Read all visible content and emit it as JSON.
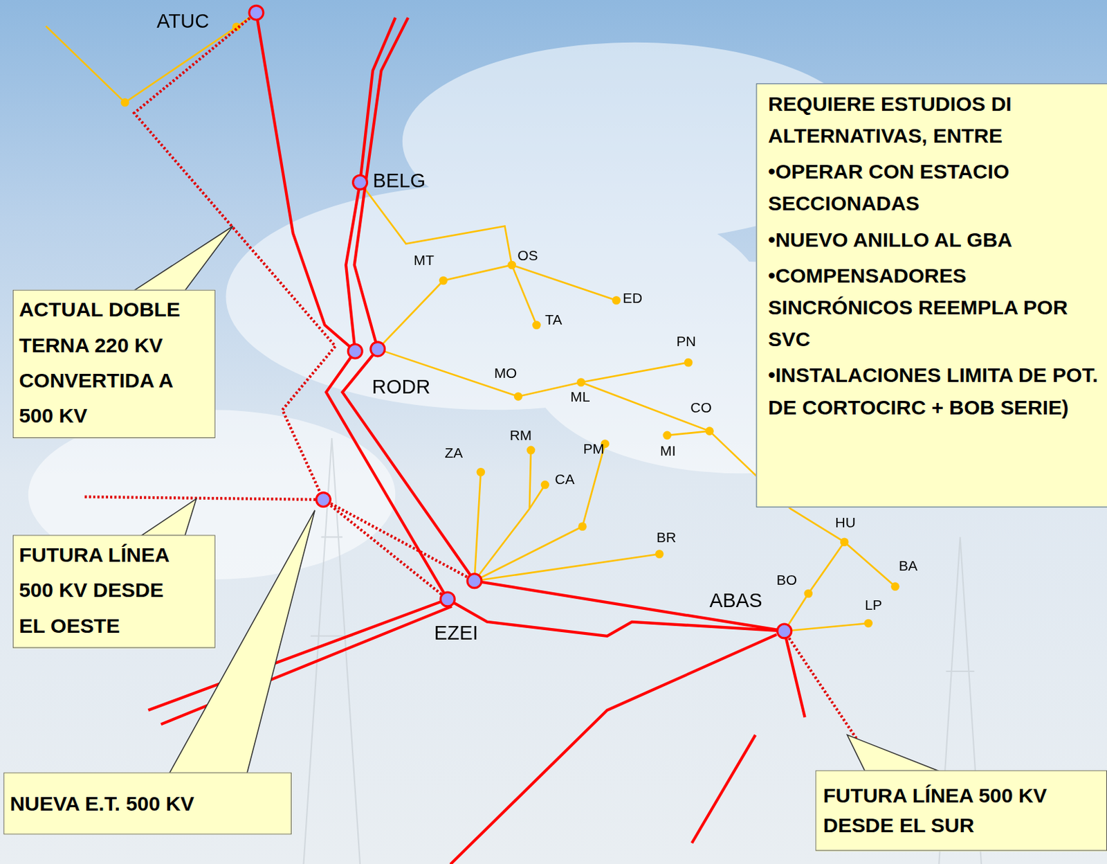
{
  "diagram": {
    "nodes": [
      {
        "text": [
          "ACTUAL DOBLE TERNA 220 KV CONVERTIDA A 500 KV"
        ]
      },
      {
        "text": [
          "FUTURA LÍNEA 500 KV DESDE EL OESTE"
        ]
      },
      {
        "text": [
          "NUEVA E.T. 500 KV"
        ]
      },
      {
        "text": [
          "FUTURA LÍNEA 500 KV DESDE EL SUR"
        ]
      },
      {
        "text": [
          "REQUIERE ESTUDIOS DI ALTERNATIVAS, ENTRE",
          "•OPERAR CON ESTACIO SECCIONADAS",
          "•NUEVO ANILLO AL GBA",
          "•COMPENSADORES SINCRÓNICOS REEMPLA POR SVC",
          "•INSTALACIONES LIMITA DE POT. DE CORTOCIRC + BOB SERIE)"
        ]
      }
    ],
    "edges": [],
    "labels": [
      "ATUC",
      "BELG",
      "MT",
      "OS",
      "ED",
      "TA",
      "PN",
      "RODR",
      "MO",
      "ML",
      "CO",
      "MI",
      "ZA",
      "RM",
      "PM",
      "CA",
      "BR",
      "HU",
      "BA",
      "BO",
      "ABAS",
      "LP",
      "EZEI"
    ]
  }
}
